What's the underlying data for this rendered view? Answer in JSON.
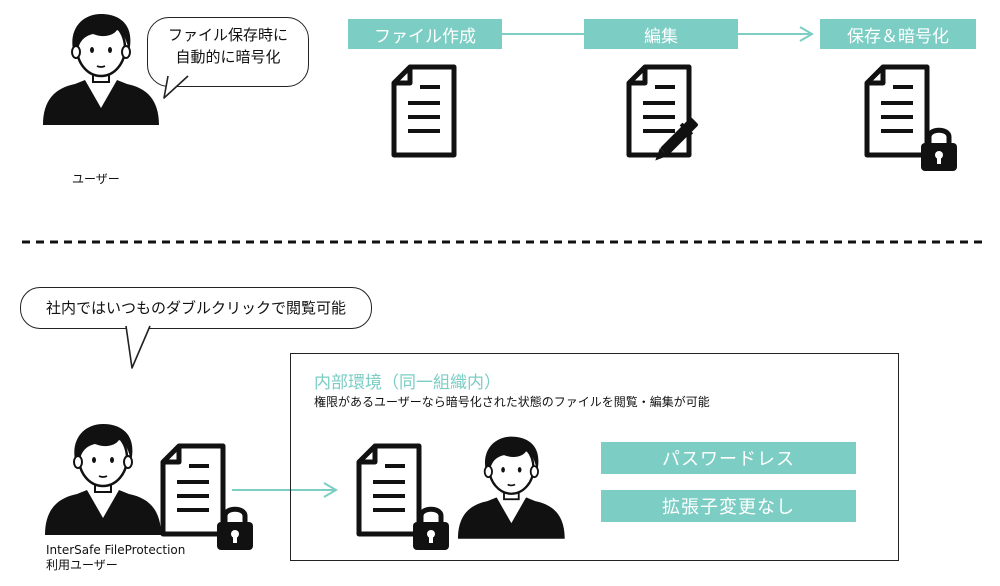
{
  "top": {
    "bubble_line1": "ファイル保存時に",
    "bubble_line2": "自動的に暗号化",
    "user_label": "ユーザー",
    "steps": [
      "ファイル作成",
      "編集",
      "保存＆暗号化"
    ]
  },
  "bottom": {
    "bubble_text": "社内ではいつものダブルクリックで閲覧可能",
    "user_label_line1": "InterSafe FileProtection",
    "user_label_line2": "利用ユーザー",
    "box_title": "内部環境（同一組織内）",
    "box_desc": "権限があるユーザーなら暗号化された状態のファイルを閲覧・編集が可能",
    "features": [
      "パスワードレス",
      "拡張子変更なし"
    ]
  },
  "colors": {
    "accent": "#7ccdc4",
    "ink": "#111111"
  }
}
